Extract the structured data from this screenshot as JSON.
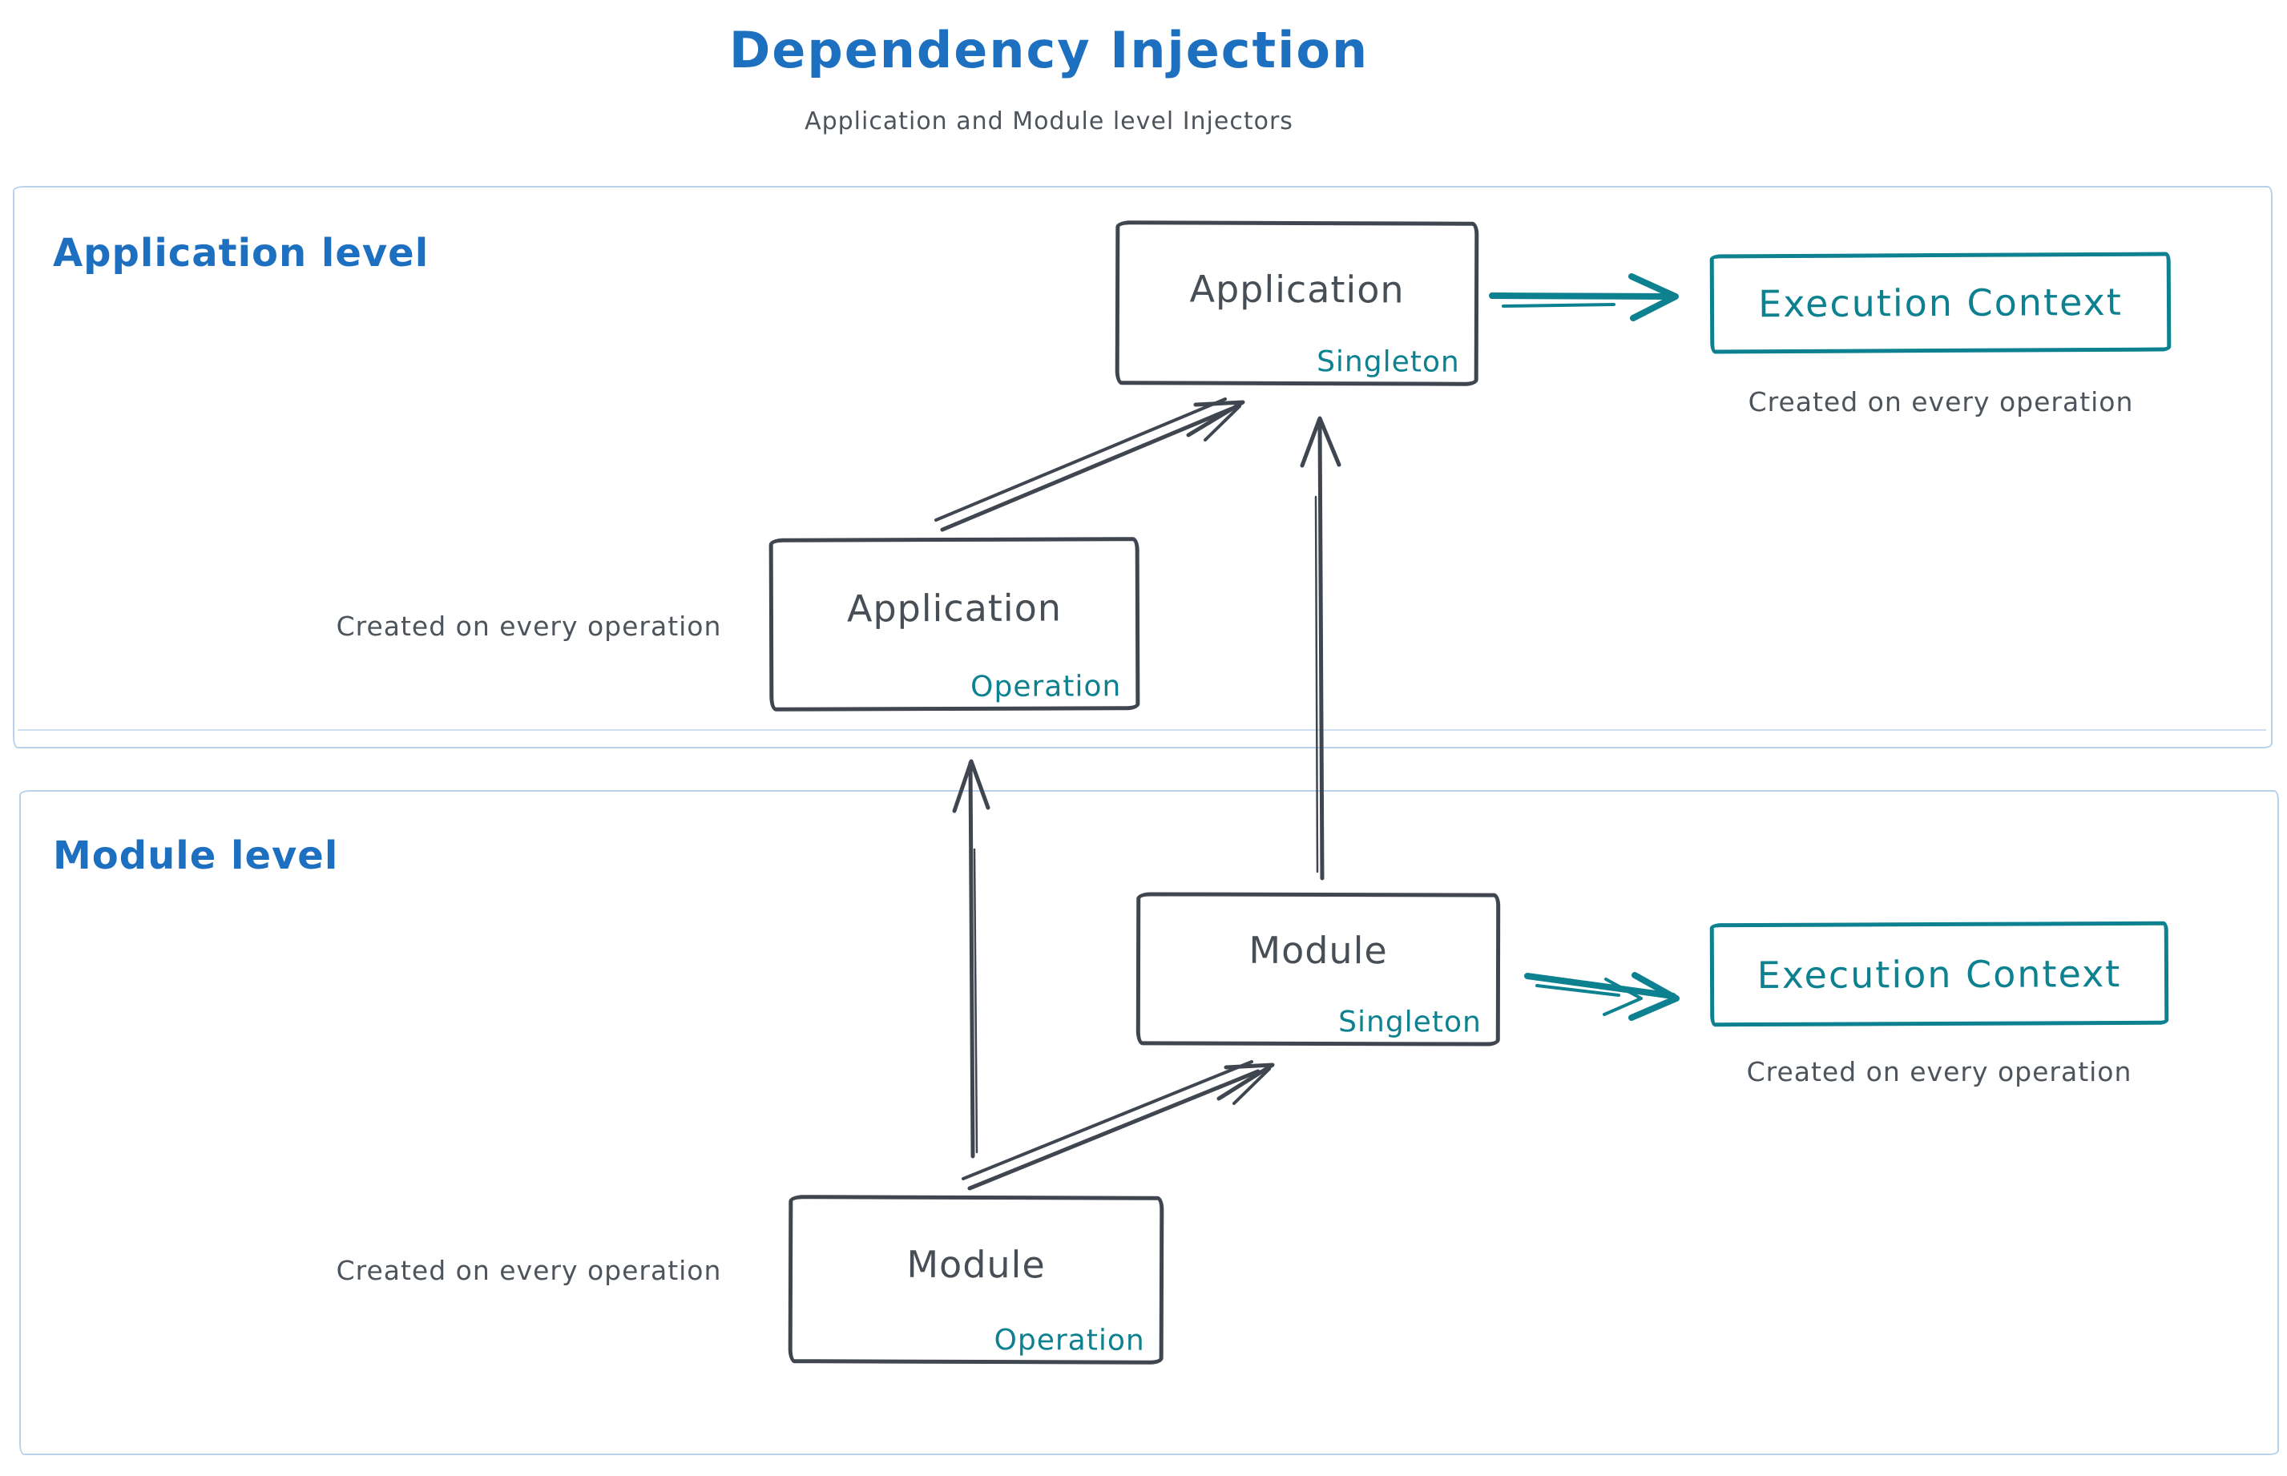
{
  "title": {
    "text": "Dependency Injection",
    "subtitle": "Application and Module level Injectors"
  },
  "colors": {
    "heading_blue": "#1d6fc0",
    "teal": "#0d818f",
    "dark_stroke": "#3f4650",
    "dark_text": "#474e56",
    "caption_gray": "#4d545b",
    "section_border": "#b9d2ec",
    "background": "#ffffff"
  },
  "sections": {
    "application": {
      "label": "Application level",
      "singleton": {
        "name": "Application",
        "scope": "Singleton"
      },
      "operation": {
        "name": "Application",
        "scope": "Operation"
      },
      "operation_caption": "Created on every operation",
      "execution": {
        "label": "Execution Context",
        "caption": "Created on every operation"
      }
    },
    "module": {
      "label": "Module level",
      "singleton": {
        "name": "Module",
        "scope": "Singleton"
      },
      "operation": {
        "name": "Module",
        "scope": "Operation"
      },
      "operation_caption": "Created on every operation",
      "execution": {
        "label": "Execution Context",
        "caption": "Created on every operation"
      }
    }
  },
  "edges": [
    {
      "from": "application-operation",
      "to": "application-singleton",
      "color": "dark"
    },
    {
      "from": "module-singleton",
      "to": "application-singleton",
      "color": "dark"
    },
    {
      "from": "module-operation",
      "to": "application-operation",
      "color": "dark"
    },
    {
      "from": "module-operation",
      "to": "module-singleton",
      "color": "dark"
    },
    {
      "from": "application-singleton",
      "to": "application-execution-context",
      "color": "teal"
    },
    {
      "from": "module-singleton",
      "to": "module-execution-context",
      "color": "teal"
    }
  ]
}
